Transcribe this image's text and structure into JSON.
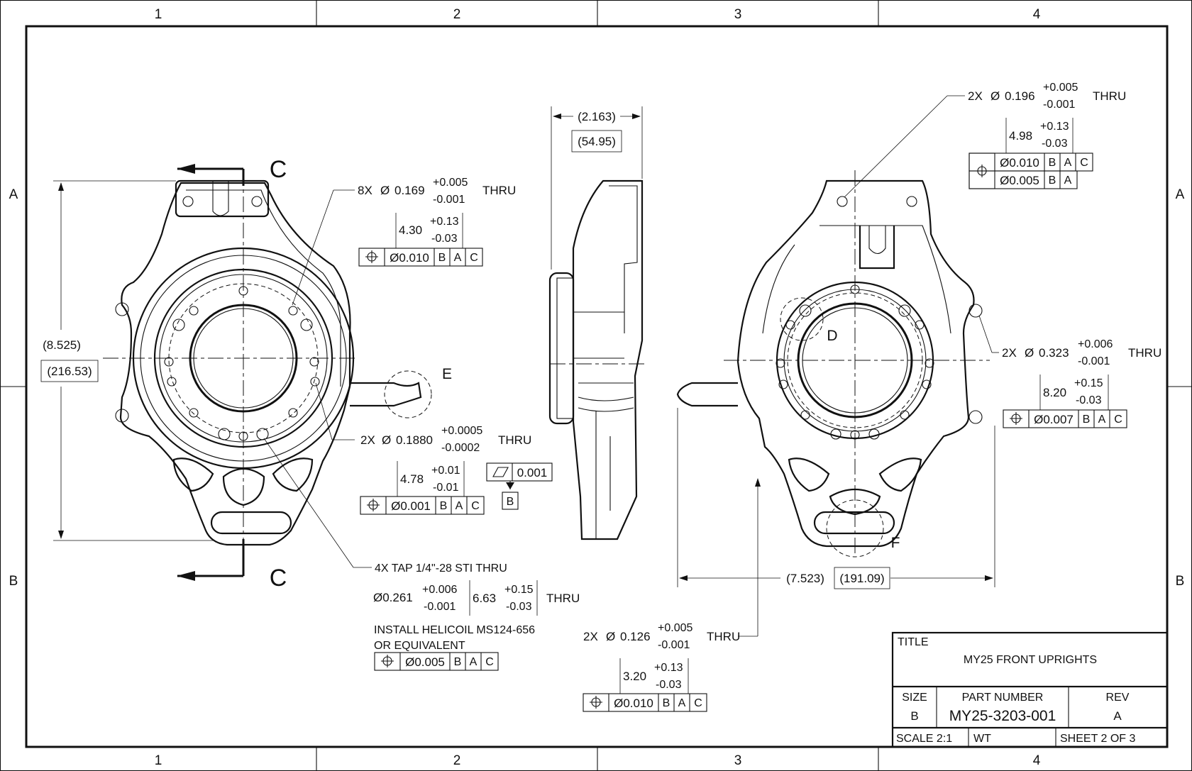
{
  "zones": {
    "columns": [
      "1",
      "2",
      "3",
      "4"
    ],
    "rows": [
      "A",
      "B"
    ]
  },
  "section_labels": {
    "top": "C",
    "bottom": "C"
  },
  "detail_labels": {
    "e": "E",
    "d": "D",
    "f": "F"
  },
  "left_view": {
    "height_in": "(8.525)",
    "height_mm": "(216.53)",
    "holes_8x": {
      "qty": "8X",
      "dia": "0.169",
      "tol_plus": "+0.005",
      "tol_minus": "-0.001",
      "thru": "THRU",
      "depth": "4.30",
      "depth_plus": "+0.13",
      "depth_minus": "-0.03",
      "fcf": [
        "Ø0.010",
        "B",
        "A",
        "C"
      ]
    },
    "holes_2x": {
      "qty": "2X",
      "dia": "0.1880",
      "tol_plus": "+0.0005",
      "tol_minus": "-0.0002",
      "thru": "THRU",
      "depth": "4.78",
      "depth_plus": "+0.01",
      "depth_minus": "-0.01",
      "fcf": [
        "Ø0.001",
        "B",
        "A",
        "C"
      ]
    },
    "tap_4x": {
      "callout": "4X TAP 1/4\"-28 STI THRU",
      "dia": "Ø0.261",
      "tol_plus": "+0.006",
      "tol_minus": "-0.001",
      "depth": "6.63",
      "depth_plus": "+0.15",
      "depth_minus": "-0.03",
      "thru": "THRU",
      "note_1": "INSTALL HELICOIL MS124-656",
      "note_2": "OR EQUIVALENT",
      "fcf": [
        "Ø0.005",
        "B",
        "A",
        "C"
      ]
    }
  },
  "side_view": {
    "width_in": "(2.163)",
    "width_mm": "(54.95)",
    "flatness": "0.001",
    "datum": "B"
  },
  "right_view": {
    "holes_196": {
      "qty": "2X",
      "dia": "0.196",
      "tol_plus": "+0.005",
      "tol_minus": "-0.001",
      "thru": "THRU",
      "depth": "4.98",
      "depth_plus": "+0.13",
      "depth_minus": "-0.03",
      "fcf_1": [
        "Ø0.010",
        "B",
        "A",
        "C"
      ],
      "fcf_2": [
        "Ø0.005",
        "B",
        "A"
      ]
    },
    "holes_323": {
      "qty": "2X",
      "dia": "0.323",
      "tol_plus": "+0.006",
      "tol_minus": "-0.001",
      "thru": "THRU",
      "depth": "8.20",
      "depth_plus": "+0.15",
      "depth_minus": "-0.03",
      "fcf": [
        "Ø0.007",
        "B",
        "A",
        "C"
      ]
    },
    "width_in": "(7.523)",
    "width_mm": "(191.09)",
    "holes_126": {
      "qty": "2X",
      "dia": "0.126",
      "tol_plus": "+0.005",
      "tol_minus": "-0.001",
      "thru": "THRU",
      "depth": "3.20",
      "depth_plus": "+0.13",
      "depth_minus": "-0.03",
      "fcf": [
        "Ø0.010",
        "B",
        "A",
        "C"
      ]
    }
  },
  "title_block": {
    "title_label": "TITLE",
    "title": "MY25 FRONT UPRIGHTS",
    "size_label": "SIZE",
    "size": "B",
    "part_label": "PART NUMBER",
    "part_number": "MY25-3203-001",
    "rev_label": "REV",
    "rev": "A",
    "scale": "SCALE 2:1",
    "weight": "WT",
    "sheet": "SHEET 2 OF 3"
  }
}
